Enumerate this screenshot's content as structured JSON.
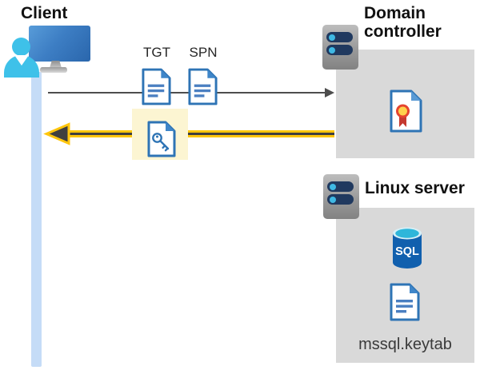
{
  "diagram": {
    "client": {
      "label": "Client"
    },
    "tickets": {
      "tgt": "TGT",
      "spn": "SPN"
    },
    "domain_controller": {
      "label": "Domain controller"
    },
    "linux_server": {
      "label": "Linux server",
      "database": "SQL",
      "keytab": "mssql.keytab"
    }
  },
  "colors": {
    "request_arrow": "#4d4d4d",
    "response_arrow_highlight": "#ffc60d",
    "response_arrow_core": "#3f3f3f",
    "ticket_highlight_bg": "#fcf5d2",
    "server_box_bg": "#d9d9d9",
    "client_lifeline": "#c5dcf7",
    "document_blue": "#2e74b5",
    "person_cyan": "#3ec1e9",
    "sql_db_blue": "#1160ae",
    "cert_seal_yellow": "#ffd24c",
    "cert_ribbon_red": "#c5392f"
  }
}
